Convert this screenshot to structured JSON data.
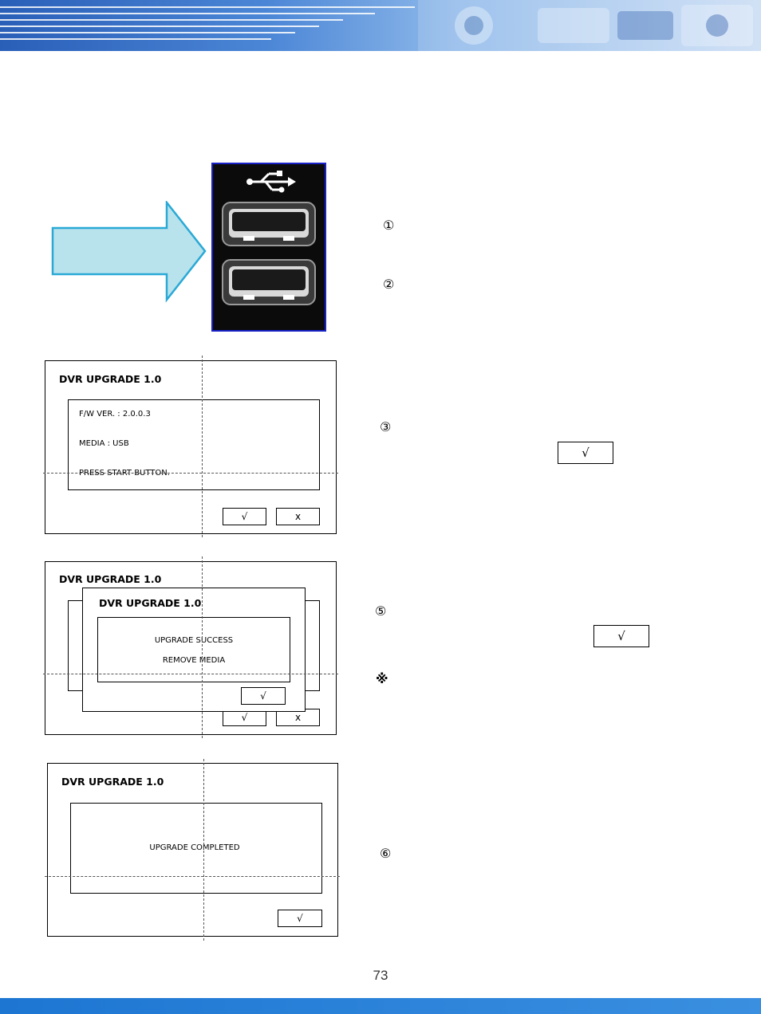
{
  "page_number": "73",
  "steps": {
    "s1": "①",
    "s2": "②",
    "s3": "③",
    "s5": "⑤",
    "note": "※",
    "s6": "⑥"
  },
  "keys": {
    "check": "√",
    "cancel": "x"
  },
  "screen1": {
    "title": "DVR UPGRADE 1.0",
    "fw_version": "F/W VER. : 2.0.0.3",
    "media": "MEDIA : USB",
    "instruction": "PRESS START BUTTON."
  },
  "screen2": {
    "title": "DVR UPGRADE 1.0",
    "popup_title": "DVR UPGRADE 1.0",
    "line1": "UPGRADE SUCCESS",
    "line2": "REMOVE MEDIA"
  },
  "screen3": {
    "title": "DVR UPGRADE 1.0",
    "message": "UPGRADE COMPLETED"
  },
  "colors": {
    "arrow_fill": "#b9e3ec",
    "arrow_stroke": "#2aa9d6",
    "photo_border": "#1822c8",
    "footer": "#1d76d2"
  }
}
